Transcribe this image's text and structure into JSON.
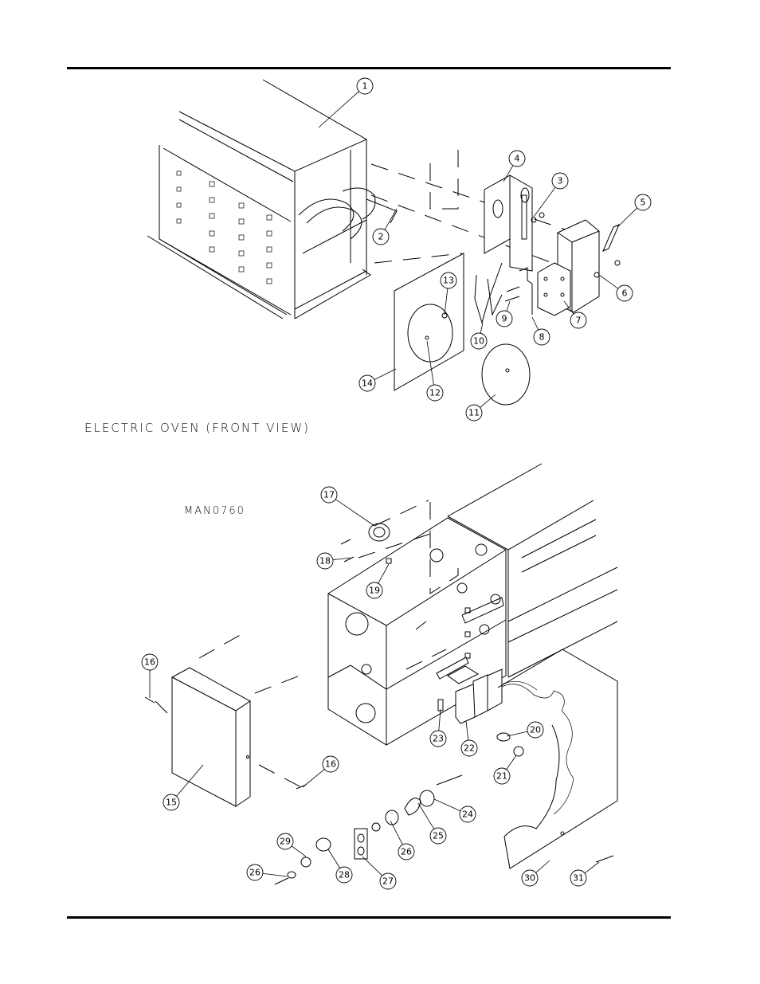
{
  "captions": {
    "top_view": "ELECTRIC OVEN (FRONT VIEW)",
    "drawing_number": "MAN0760"
  },
  "callouts": [
    {
      "label": "1"
    },
    {
      "label": "2"
    },
    {
      "label": "3"
    },
    {
      "label": "4"
    },
    {
      "label": "5"
    },
    {
      "label": "6"
    },
    {
      "label": "7"
    },
    {
      "label": "8"
    },
    {
      "label": "9"
    },
    {
      "label": "10"
    },
    {
      "label": "11"
    },
    {
      "label": "12"
    },
    {
      "label": "13"
    },
    {
      "label": "14"
    },
    {
      "label": "17"
    },
    {
      "label": "18"
    },
    {
      "label": "19"
    },
    {
      "label": "16"
    },
    {
      "label": "16"
    },
    {
      "label": "15"
    },
    {
      "label": "20"
    },
    {
      "label": "21"
    },
    {
      "label": "22"
    },
    {
      "label": "23"
    },
    {
      "label": "24"
    },
    {
      "label": "25"
    },
    {
      "label": "26"
    },
    {
      "label": "26"
    },
    {
      "label": "27"
    },
    {
      "label": "28"
    },
    {
      "label": "29"
    },
    {
      "label": "30"
    },
    {
      "label": "31"
    }
  ]
}
